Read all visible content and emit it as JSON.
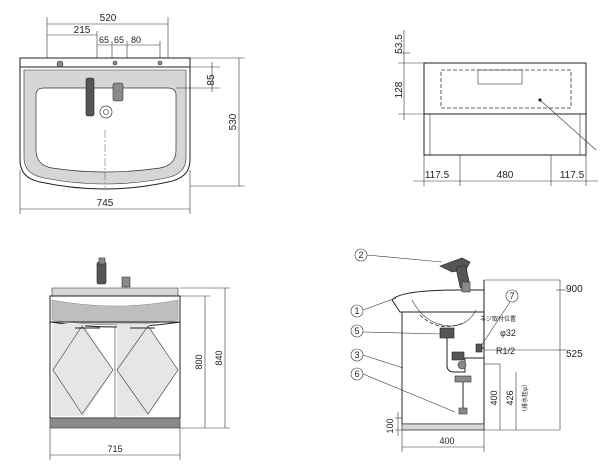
{
  "top_view": {
    "dim_width_inner": "520",
    "dim_215": "215",
    "dim_65a": "65",
    "dim_65b": "65",
    "dim_80": "80",
    "dim_85": "85",
    "dim_depth": "530",
    "dim_width_total": "745"
  },
  "side_view": {
    "dim_53_5": "53.5",
    "dim_128": "128",
    "dim_117_5_left": "117.5",
    "dim_480": "480",
    "dim_117_5_right": "117.5"
  },
  "front_view": {
    "dim_800": "800",
    "dim_840": "840",
    "dim_715": "715"
  },
  "section_view": {
    "callout_1": "1",
    "callout_2": "2",
    "callout_3": "3",
    "callout_5": "5",
    "callout_6": "6",
    "callout_7": "7",
    "dim_900": "900",
    "dim_525": "525",
    "pipe_dia": "φ32",
    "thread": "R1/2",
    "dim_400_v": "400",
    "dim_426": "426",
    "note_426": "（排水栓φ）",
    "dim_100": "100",
    "dim_400_h": "400",
    "screw_note": "ネジ取付位置"
  }
}
